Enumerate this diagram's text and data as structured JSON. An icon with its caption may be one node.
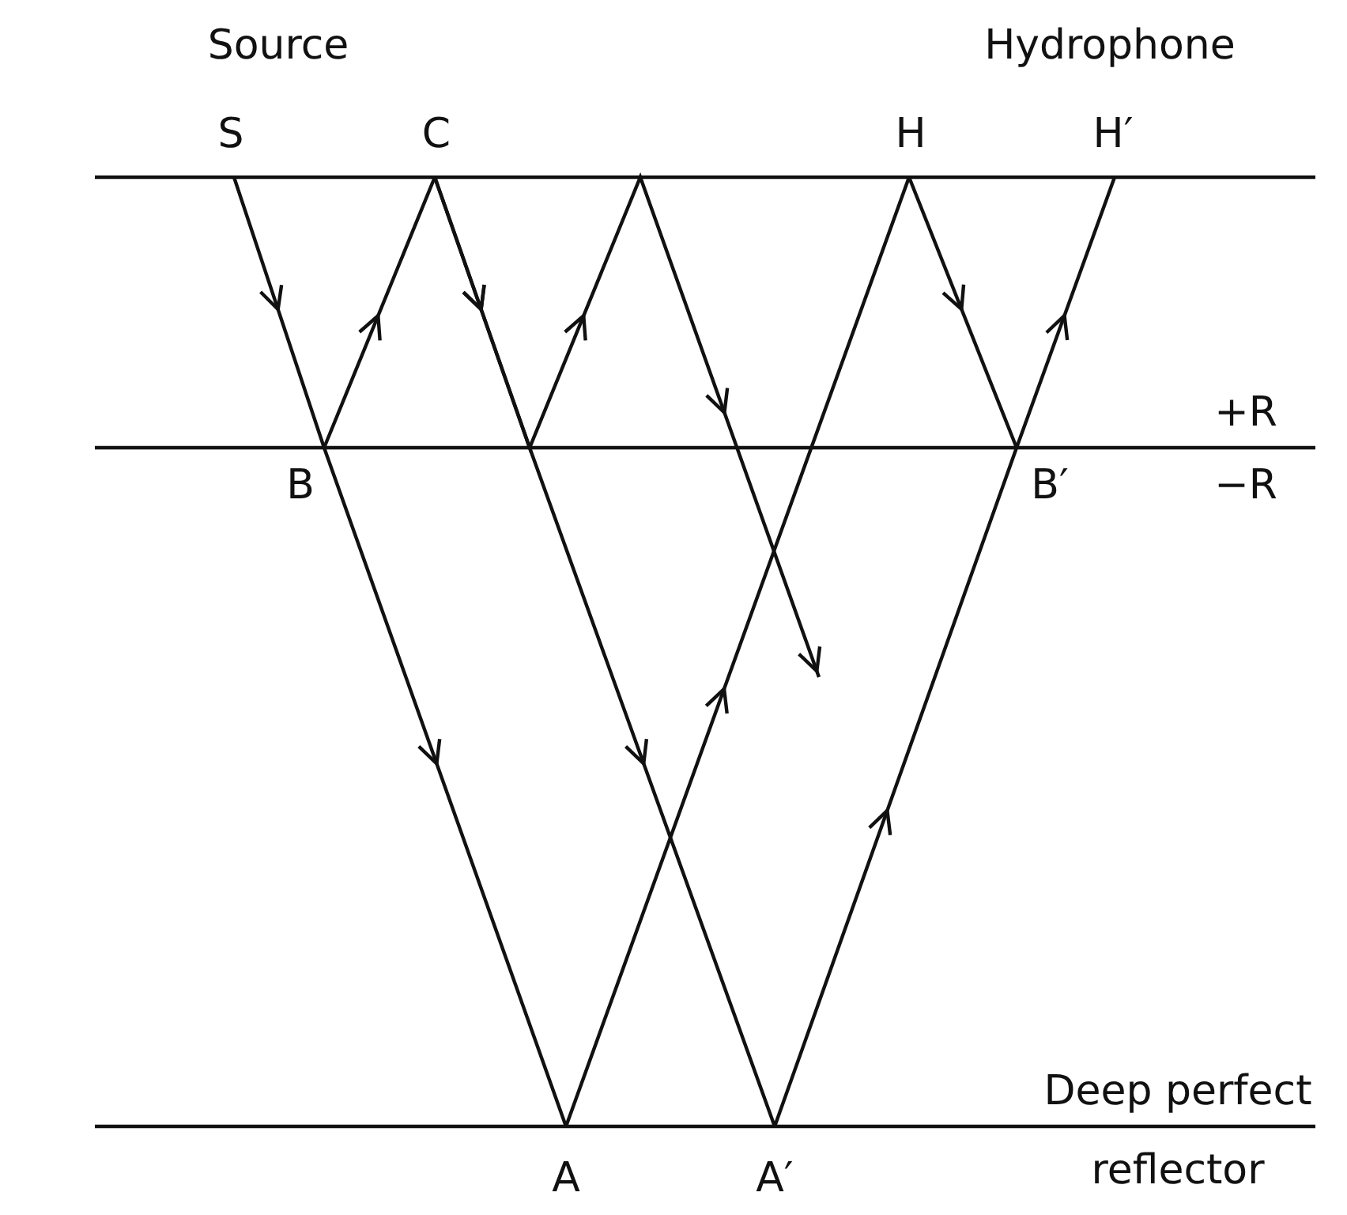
{
  "diagram": {
    "nodes": [
      {
        "text": [
          "S"
        ]
      },
      {
        "text": [
          "C"
        ]
      },
      {
        "text": [
          "H"
        ]
      },
      {
        "text": [
          "H′"
        ]
      },
      {
        "text": [
          "B"
        ]
      },
      {
        "text": [
          "B′"
        ]
      },
      {
        "text": [
          "A"
        ]
      },
      {
        "text": [
          "A′"
        ]
      }
    ],
    "edges": [
      {
        "from": 0,
        "to": 4,
        "arrow": "to"
      },
      {
        "from": 4,
        "to": 1,
        "arrow": "to"
      },
      {
        "from": 1,
        "to": null,
        "arrow": "to"
      },
      {
        "from": 1,
        "to": 7,
        "arrow": "to"
      },
      {
        "from": 4,
        "to": 6,
        "arrow": "to"
      },
      {
        "from": 6,
        "to": 2,
        "arrow": "to"
      },
      {
        "from": 2,
        "to": 5,
        "arrow": "to"
      },
      {
        "from": 7,
        "to": 5,
        "arrow": "to"
      },
      {
        "from": 5,
        "to": 3,
        "arrow": "to"
      }
    ],
    "labels": [
      "Source",
      "Hydrophone",
      "+R",
      "−R",
      "Deep perfect reflector"
    ]
  }
}
